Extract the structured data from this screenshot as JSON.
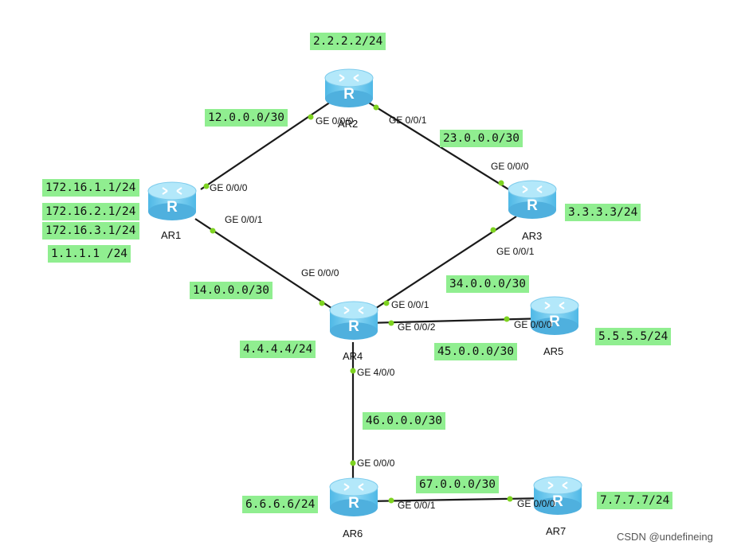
{
  "routers": {
    "ar1": {
      "name": "AR1"
    },
    "ar2": {
      "name": "AR2"
    },
    "ar3": {
      "name": "AR3"
    },
    "ar4": {
      "name": "AR4"
    },
    "ar5": {
      "name": "AR5"
    },
    "ar6": {
      "name": "AR6"
    },
    "ar7": {
      "name": "AR7"
    }
  },
  "router_icon_letter": "R",
  "networks": {
    "n12": "12.0.0.0/30",
    "n23": "23.0.0.0/30",
    "n14": "14.0.0.0/30",
    "n34": "34.0.0.0/30",
    "n45": "45.0.0.0/30",
    "n46": "46.0.0.0/30",
    "n67": "67.0.0.0/30"
  },
  "loopbacks": {
    "ar1_a": "172.16.1.1/24",
    "ar1_b": "172.16.2.1/24",
    "ar1_c": "172.16.3.1/24",
    "ar1_d": "1.1.1.1 /24",
    "ar2": "2.2.2.2/24",
    "ar3": "3.3.3.3/24",
    "ar4": "4.4.4.4/24",
    "ar5": "5.5.5.5/24",
    "ar6": "6.6.6.6/24",
    "ar7": "7.7.7.7/24"
  },
  "ports": {
    "ar1_g000": "GE 0/0/0",
    "ar1_g001": "GE 0/0/1",
    "ar2_g000": "GE 0/0/0",
    "ar2_g001": "GE 0/0/1",
    "ar3_g000": "GE 0/0/0",
    "ar3_g001": "GE 0/0/1",
    "ar4_g000": "GE 0/0/0",
    "ar4_g001": "GE 0/0/1",
    "ar4_g002": "GE 0/0/2",
    "ar4_g400": "GE 4/0/0",
    "ar5_g000": "GE 0/0/0",
    "ar6_g000": "GE 0/0/0",
    "ar6_g001": "GE 0/0/1",
    "ar7_g000": "GE 0/0/0"
  },
  "watermark": "CSDN @undefineing",
  "colors": {
    "label_bg": "#90ee90",
    "router_body": "#6cc8ee",
    "router_top": "#a9e3f8",
    "link": "#1a1a1a",
    "port_dot": "#7ed321"
  }
}
